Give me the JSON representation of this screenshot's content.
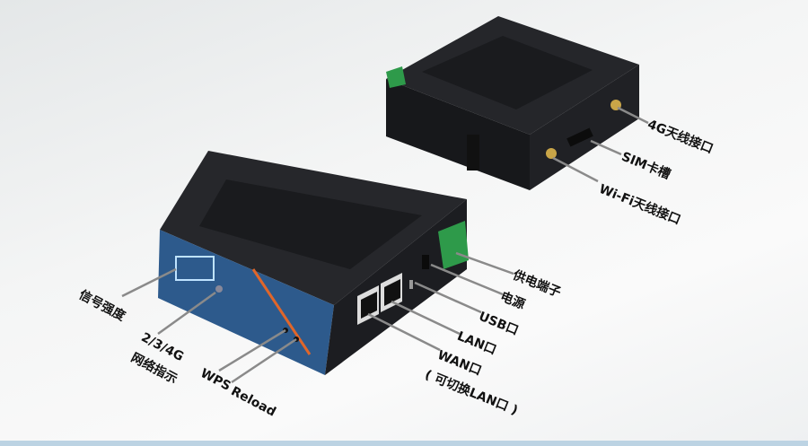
{
  "callouts": {
    "antenna_4g": "4G天线接口",
    "sim_slot": "SIM卡槽",
    "wifi_antenna": "Wi-Fi天线接口",
    "power_terminal": "供电端子",
    "power": "电源",
    "usb": "USB口",
    "lan": "LAN口",
    "wan": "WAN口",
    "wan_note": "( 可切换LAN口 )",
    "signal_strength": "信号强度",
    "network_line1": "2/3/4G",
    "network_line2": "网络指示",
    "wps": "WPS",
    "reload": "Reload"
  },
  "colors": {
    "panel_blue": "#2d5a8c",
    "body_dark": "#1c1d21",
    "accent_orange": "#e0662a",
    "terminal_green": "#2e9a4a"
  }
}
